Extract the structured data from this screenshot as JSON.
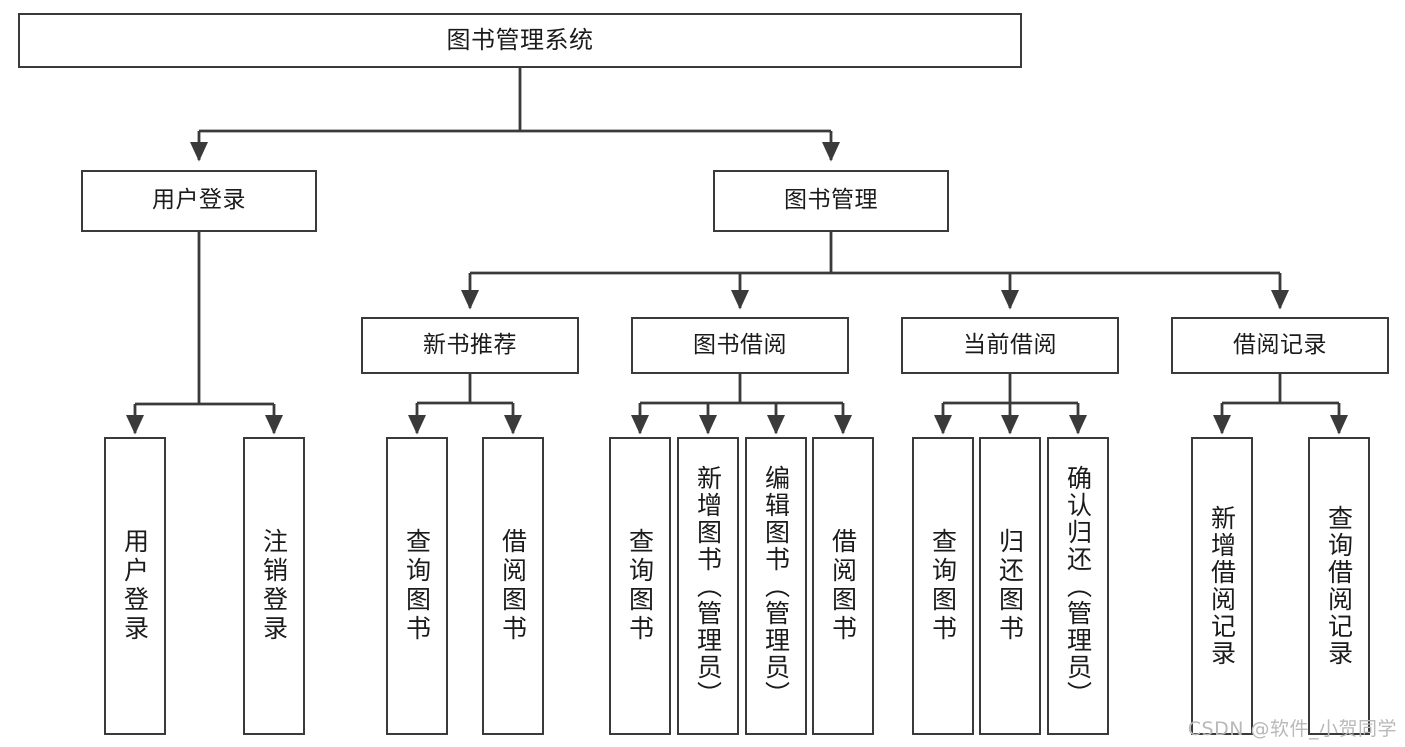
{
  "diagram": {
    "title": "图书管理系统",
    "type": "tree",
    "watermark": "CSDN @软件_小贺同学",
    "colors": {
      "border": "#3a3a3a",
      "background": "#ffffff",
      "text": "#1b1b1b",
      "watermark": "#b9b9b9"
    },
    "nodes": {
      "root": {
        "label": "图书管理系统",
        "level": 1,
        "orientation": "horizontal"
      },
      "user_login": {
        "label": "用户登录",
        "level": 2,
        "orientation": "horizontal"
      },
      "book_manage": {
        "label": "图书管理",
        "level": 2,
        "orientation": "horizontal"
      },
      "new_book_rec": {
        "label": "新书推荐",
        "level": 3,
        "orientation": "horizontal"
      },
      "book_borrow": {
        "label": "图书借阅",
        "level": 3,
        "orientation": "horizontal"
      },
      "current_borrow": {
        "label": "当前借阅",
        "level": 3,
        "orientation": "horizontal"
      },
      "borrow_record": {
        "label": "借阅记录",
        "level": 3,
        "orientation": "horizontal"
      },
      "leaf_user_login": {
        "label": "用户登录",
        "level": 3,
        "orientation": "vertical"
      },
      "leaf_logout": {
        "label": "注销登录",
        "level": 3,
        "orientation": "vertical"
      },
      "leaf_query_book_1": {
        "label": "查询图书",
        "level": 4,
        "orientation": "vertical"
      },
      "leaf_borrow_book_1": {
        "label": "借阅图书",
        "level": 4,
        "orientation": "vertical"
      },
      "leaf_query_book_2": {
        "label": "查询图书",
        "level": 4,
        "orientation": "vertical"
      },
      "leaf_add_book": {
        "label": "新增图书（管理员）",
        "level": 4,
        "orientation": "vertical"
      },
      "leaf_edit_book": {
        "label": "编辑图书（管理员）",
        "level": 4,
        "orientation": "vertical"
      },
      "leaf_borrow_book_2": {
        "label": "借阅图书",
        "level": 4,
        "orientation": "vertical"
      },
      "leaf_query_book_3": {
        "label": "查询图书",
        "level": 4,
        "orientation": "vertical"
      },
      "leaf_return_book": {
        "label": "归还图书",
        "level": 4,
        "orientation": "vertical"
      },
      "leaf_confirm_return": {
        "label": "确认归还（管理员）",
        "level": 4,
        "orientation": "vertical"
      },
      "leaf_add_record": {
        "label": "新增借阅记录",
        "level": 4,
        "orientation": "vertical"
      },
      "leaf_query_record": {
        "label": "查询借阅记录",
        "level": 4,
        "orientation": "vertical"
      }
    },
    "edges": [
      {
        "from": "root",
        "to": "user_login"
      },
      {
        "from": "root",
        "to": "book_manage"
      },
      {
        "from": "user_login",
        "to": "leaf_user_login"
      },
      {
        "from": "user_login",
        "to": "leaf_logout"
      },
      {
        "from": "book_manage",
        "to": "new_book_rec"
      },
      {
        "from": "book_manage",
        "to": "book_borrow"
      },
      {
        "from": "book_manage",
        "to": "current_borrow"
      },
      {
        "from": "book_manage",
        "to": "borrow_record"
      },
      {
        "from": "new_book_rec",
        "to": "leaf_query_book_1"
      },
      {
        "from": "new_book_rec",
        "to": "leaf_borrow_book_1"
      },
      {
        "from": "book_borrow",
        "to": "leaf_query_book_2"
      },
      {
        "from": "book_borrow",
        "to": "leaf_add_book"
      },
      {
        "from": "book_borrow",
        "to": "leaf_edit_book"
      },
      {
        "from": "book_borrow",
        "to": "leaf_borrow_book_2"
      },
      {
        "from": "current_borrow",
        "to": "leaf_query_book_3"
      },
      {
        "from": "current_borrow",
        "to": "leaf_return_book"
      },
      {
        "from": "current_borrow",
        "to": "leaf_confirm_return"
      },
      {
        "from": "borrow_record",
        "to": "leaf_add_record"
      },
      {
        "from": "borrow_record",
        "to": "leaf_query_record"
      }
    ]
  }
}
